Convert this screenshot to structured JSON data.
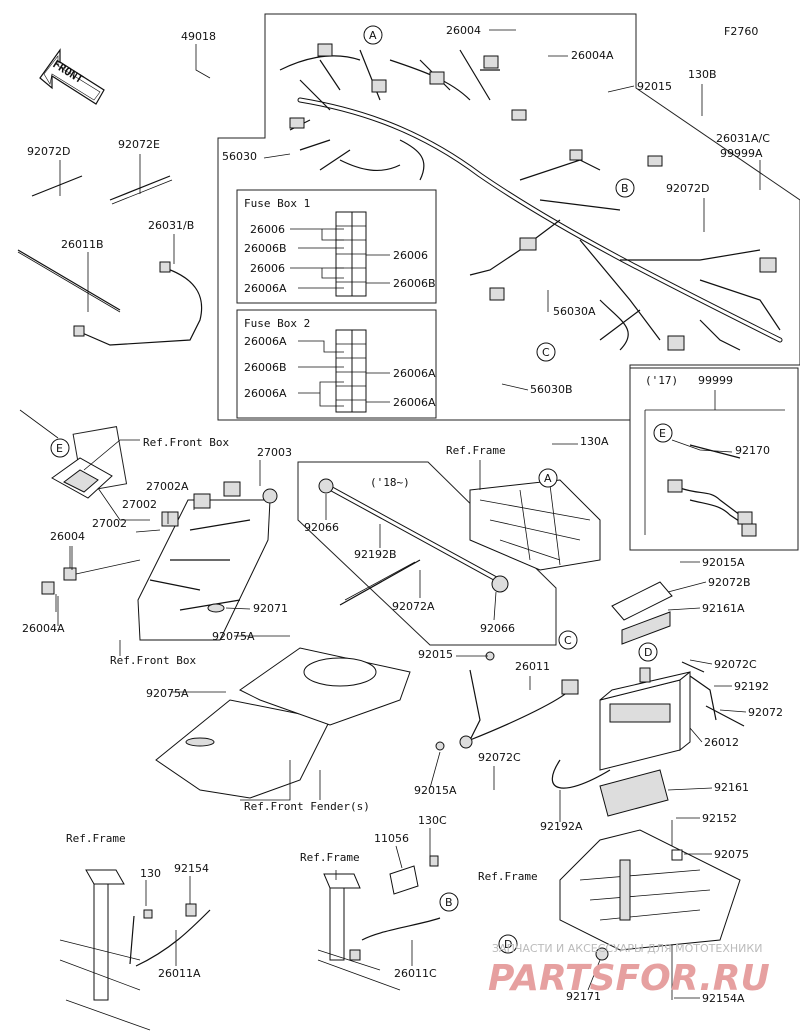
{
  "figure_code": "F2760",
  "front_label": "FRONT",
  "watermark": {
    "line1": "ЗАПЧАСТИ И АКСЕССУАРЫ ДЛЯ МОТОТЕХНИКИ",
    "line2": "PARTSFOR.RU"
  },
  "fuse_box_1": {
    "title": "Fuse Box 1",
    "left": [
      "26006",
      "26006B",
      "26006",
      "26006A"
    ],
    "right": [
      "26006",
      "26006B"
    ]
  },
  "fuse_box_2": {
    "title": "Fuse Box 2",
    "left": [
      "26006A",
      "26006B",
      "26006A"
    ],
    "right": [
      "26006A",
      "26006A"
    ]
  },
  "variant_17": {
    "year": "('17)",
    "part": "99999",
    "sub": "92170"
  },
  "variant_18": {
    "year": "('18~)"
  },
  "refs": {
    "front_box_1": "Ref.Front Box",
    "front_box_2": "Ref.Front Box",
    "frame_1": "Ref.Frame",
    "front_fender": "Ref.Front Fender(s)",
    "frame_2": "Ref.Frame",
    "frame_3": "Ref.Frame",
    "frame_4": "Ref.Frame"
  },
  "callouts": [
    "A",
    "B",
    "C",
    "D",
    "E"
  ],
  "parts": {
    "p49018": "49018",
    "p26004_top": "26004",
    "p26004A_top": "26004A",
    "p92015_top": "92015",
    "p130B": "130B",
    "p56030": "56030",
    "p26031AC": "26031A/C",
    "p99999A": "99999A",
    "p92072D_r": "92072D",
    "p56030A": "56030A",
    "p56030B": "56030B",
    "p92072D_l": "92072D",
    "p92072E": "92072E",
    "p26011B": "26011B",
    "p26031B": "26031/B",
    "p27003": "27003",
    "p27002A": "27002A",
    "p27002_a": "27002",
    "p27002_b": "27002",
    "p26004_l": "26004",
    "p26004A_l": "26004A",
    "p92071": "92071",
    "p130A": "130A",
    "p92066_a": "92066",
    "p92192B": "92192B",
    "p92072A": "92072A",
    "p92066_b": "92066",
    "p92075A_a": "92075A",
    "p92075A_b": "92075A",
    "p92015A_r": "92015A",
    "p92072B": "92072B",
    "p92161A": "92161A",
    "p92072C_r": "92072C",
    "p92192": "92192",
    "p92072": "92072",
    "p26012": "26012",
    "p92161": "92161",
    "p92152": "92152",
    "p92075": "92075",
    "p92015_m": "92015",
    "p26011": "26011",
    "p92015A_m": "92015A",
    "p92072C_m": "92072C",
    "p92192A": "92192A",
    "p130": "130",
    "p92154": "92154",
    "p26011A": "26011A",
    "p11056": "11056",
    "p130C": "130C",
    "p26011C": "26011C",
    "p92171": "92171",
    "p92154A": "92154A"
  }
}
